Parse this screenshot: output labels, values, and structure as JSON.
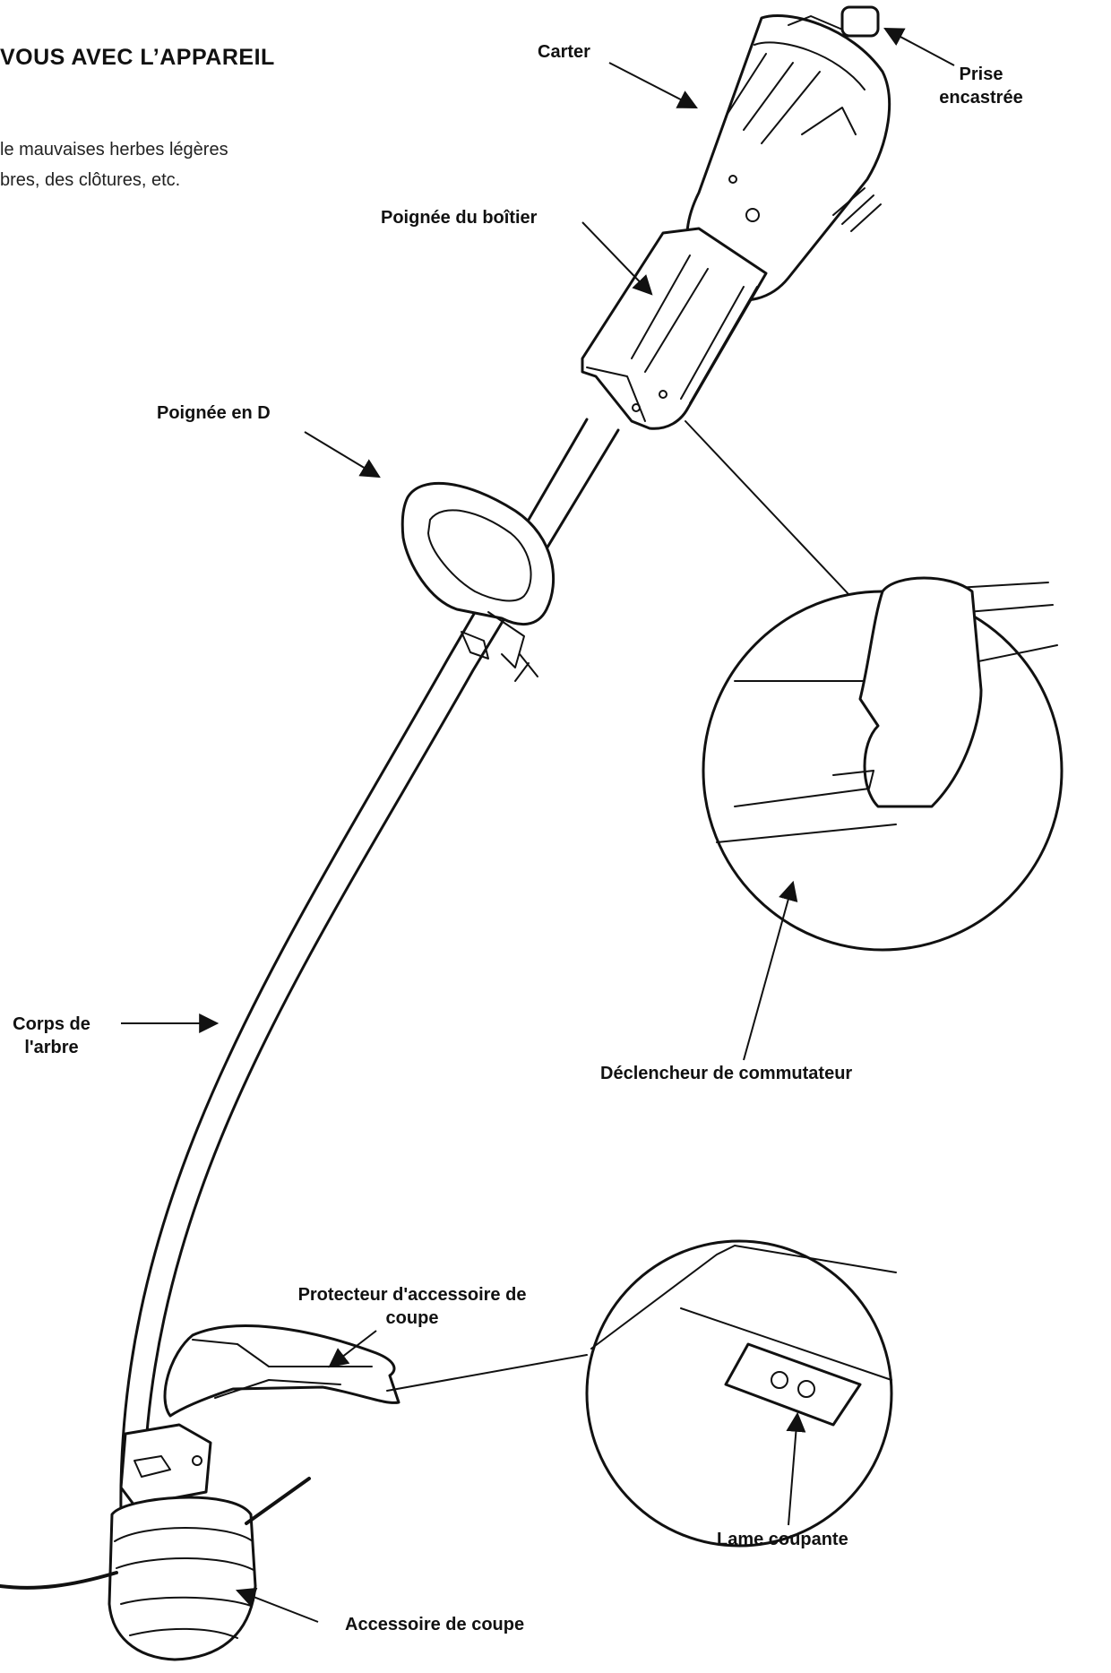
{
  "header": {
    "title": "VOUS AVEC L’APPAREIL"
  },
  "intro": {
    "line1": "le mauvaises herbes légères",
    "line2": "bres, des clôtures, etc."
  },
  "labels": {
    "carter": "Carter",
    "prise_line1": "Prise",
    "prise_line2": "encastrée",
    "poignee_boitier": "Poignée du boîtier",
    "poignee_d": "Poignée en D",
    "corps_line1": "Corps de",
    "corps_line2": "l'arbre",
    "declencheur": "Déclencheur de commutateur",
    "protecteur_line1": "Protecteur d'accessoire de",
    "protecteur_line2": "coupe",
    "lame": "Lame coupante",
    "accessoire": "Accessoire de coupe"
  }
}
